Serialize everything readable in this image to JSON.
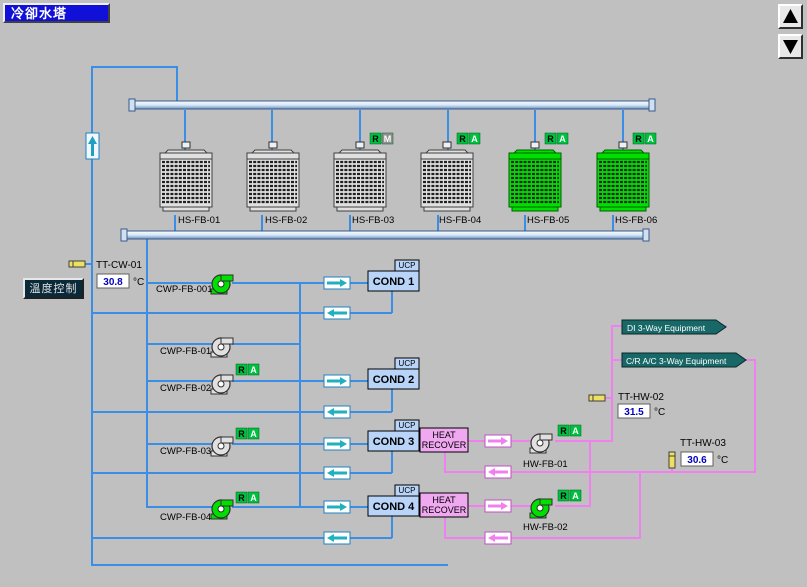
{
  "window": {
    "title": "冷卻水塔"
  },
  "nav": {
    "up_icon": "up-arrow-icon",
    "down_icon": "down-arrow-icon"
  },
  "controls": {
    "temp_control_label": "溫度控制"
  },
  "towers": [
    {
      "name": "HS-FB-01",
      "running": false,
      "badges": []
    },
    {
      "name": "HS-FB-02",
      "running": false,
      "badges": []
    },
    {
      "name": "HS-FB-03",
      "running": false,
      "badges": [
        "R",
        "M"
      ]
    },
    {
      "name": "HS-FB-04",
      "running": false,
      "badges": [
        "R",
        "A"
      ]
    },
    {
      "name": "HS-FB-05",
      "running": true,
      "badges": [
        "R",
        "A"
      ]
    },
    {
      "name": "HS-FB-06",
      "running": true,
      "badges": [
        "R",
        "A"
      ]
    }
  ],
  "sensors": {
    "tt_cw_01": {
      "label": "TT-CW-01",
      "value": "30.8",
      "unit": "°C"
    },
    "tt_hw_02": {
      "label": "TT-HW-02",
      "value": "31.5",
      "unit": "°C"
    },
    "tt_hw_03": {
      "label": "TT-HW-03",
      "value": "30.6",
      "unit": "°C"
    }
  },
  "pumps": {
    "cwp_fb_001": {
      "label": "CWP-FB-001",
      "running": true,
      "badges": []
    },
    "cwp_fb_01": {
      "label": "CWP-FB-01",
      "running": false,
      "badges": []
    },
    "cwp_fb_02": {
      "label": "CWP-FB-02",
      "running": false,
      "badges": [
        "R",
        "A"
      ]
    },
    "cwp_fb_03": {
      "label": "CWP-FB-03",
      "running": false,
      "badges": [
        "R",
        "A"
      ]
    },
    "cwp_fb_04": {
      "label": "CWP-FB-04",
      "running": true,
      "badges": [
        "R",
        "A"
      ]
    },
    "hw_fb_01": {
      "label": "HW-FB-01",
      "running": false,
      "badges": [
        "R",
        "A"
      ]
    },
    "hw_fb_02": {
      "label": "HW-FB-02",
      "running": true,
      "badges": [
        "R",
        "A"
      ]
    }
  },
  "condensers": [
    {
      "label": "COND 1",
      "tag": "UCP"
    },
    {
      "label": "COND 2",
      "tag": "UCP"
    },
    {
      "label": "COND 3",
      "tag": "UCP"
    },
    {
      "label": "COND 4",
      "tag": "UCP"
    }
  ],
  "heat_recover": {
    "line1": "HEAT",
    "line2": "RECOVER"
  },
  "equipment": {
    "di_3way": "DI 3-Way Equipment",
    "cr_ac_3way": "C/R A/C 3-Way Equipment"
  },
  "colors": {
    "background": "#c0c0c0",
    "cw_pipe": "#3a8ee6",
    "hw_pipe": "#f080f0",
    "running_green": "#00e000",
    "stopped_gray": "#e0e0e0",
    "badge_green": "#00c040",
    "cond_box": "#b8d4f8",
    "heat_recover_box": "#f0a8f0",
    "equipment_tag": "#186868",
    "title_blue": "#1010d8"
  }
}
